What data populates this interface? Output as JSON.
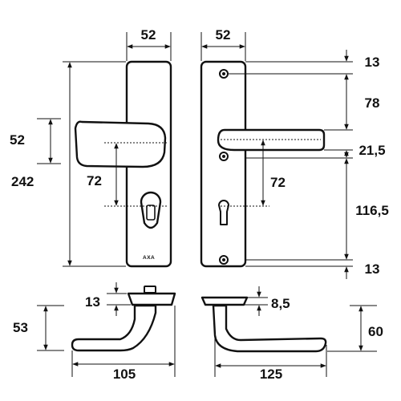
{
  "drawing": {
    "logo_text": "AXA",
    "front_view": {
      "plate_width": "52",
      "plate_height": "242",
      "handle_height": "52",
      "center_distance": "72"
    },
    "back_view": {
      "plate_width": "52",
      "top_offset": "13",
      "to_handle": "78",
      "handle_rose": "21,5",
      "to_bottom_hole": "116,5",
      "bottom_offset": "13",
      "center_distance": "72"
    },
    "front_side_view": {
      "rose_depth": "13",
      "projection": "53",
      "length": "105"
    },
    "back_side_view": {
      "rose_depth": "8,5",
      "projection": "60",
      "length": "125"
    }
  }
}
